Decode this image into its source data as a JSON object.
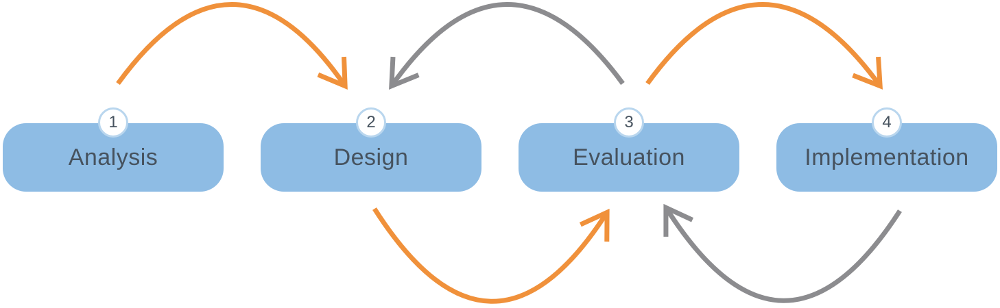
{
  "diagram": {
    "type": "process-cycle",
    "steps": [
      {
        "number": "1",
        "label": "Analysis"
      },
      {
        "number": "2",
        "label": "Design"
      },
      {
        "number": "3",
        "label": "Evaluation"
      },
      {
        "number": "4",
        "label": "Implementation"
      }
    ],
    "arrows": [
      {
        "from": "Analysis",
        "to": "Design",
        "direction": "forward",
        "position": "top",
        "color": "#F0913B"
      },
      {
        "from": "Evaluation",
        "to": "Design",
        "direction": "backward",
        "position": "top",
        "color": "#8C8C8F"
      },
      {
        "from": "Design",
        "to": "Evaluation",
        "direction": "forward",
        "position": "bottom",
        "color": "#F0913B"
      },
      {
        "from": "Evaluation",
        "to": "Implementation",
        "direction": "forward",
        "position": "top",
        "color": "#F0913B"
      },
      {
        "from": "Implementation",
        "to": "Evaluation",
        "direction": "backward",
        "position": "bottom",
        "color": "#8C8C8F"
      }
    ],
    "colors": {
      "box_fill": "#8EBCE4",
      "forward_arrow": "#F0913B",
      "backward_arrow": "#8C8C8F",
      "label_text": "#46525E",
      "badge_fill": "#FFFFFF",
      "badge_border": "#B9D6EE",
      "badge_text": "#46525E",
      "background": "#FFFFFF"
    }
  }
}
